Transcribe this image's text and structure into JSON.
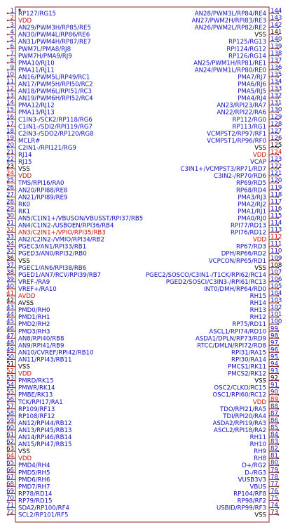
{
  "colors": {
    "signal": "#1010c0",
    "power": "#d01010",
    "ground": "#000000",
    "body_stroke": "#882222",
    "pin_line": "#882222",
    "num": "#880000"
  },
  "left_pins": [
    {
      "num": "1",
      "label": "RP127/RG15",
      "type": "signal"
    },
    {
      "num": "2",
      "label": "VDD",
      "type": "power"
    },
    {
      "num": "3",
      "label": "AN29/PWM3H/RP85/RE5",
      "type": "signal"
    },
    {
      "num": "4",
      "label": "AN30/PWM4L/RP86/RE6",
      "type": "signal"
    },
    {
      "num": "5",
      "label": "AN31/PWM4H/RP87/RE7",
      "type": "signal"
    },
    {
      "num": "6",
      "label": "PWM7L/PMA8/RJ8",
      "type": "signal"
    },
    {
      "num": "7",
      "label": "PWM7H/PMA9/RJ9",
      "type": "signal"
    },
    {
      "num": "8",
      "label": "PMA10/RJ10",
      "type": "signal"
    },
    {
      "num": "9",
      "label": "PMA11/RJ11",
      "type": "signal"
    },
    {
      "num": "10",
      "label": "AN16/PWM5L/RP49/RC1",
      "type": "signal"
    },
    {
      "num": "11",
      "label": "AN17/PWM5H/RPI50/RC2",
      "type": "signal"
    },
    {
      "num": "12",
      "label": "AN18/PWM6L/RPI51/RC3",
      "type": "signal"
    },
    {
      "num": "13",
      "label": "AN19/PWM6H/RPI52/RC4",
      "type": "signal"
    },
    {
      "num": "14",
      "label": "PMA12/RJ12",
      "type": "signal"
    },
    {
      "num": "15",
      "label": "PMA13/RJ13",
      "type": "signal"
    },
    {
      "num": "16",
      "label": "C1IN3-/SCK2/RP118/RG6",
      "type": "signal"
    },
    {
      "num": "17",
      "label": "C1IN1-/SDI2/RPI119/RG7",
      "type": "signal"
    },
    {
      "num": "18",
      "label": "C2IN3-/SDO2/RP120/RG8",
      "type": "signal"
    },
    {
      "num": "19",
      "label": "MCLR#",
      "type": "signal"
    },
    {
      "num": "20",
      "label": "C2IN1-/RPI121/RG9",
      "type": "signal"
    },
    {
      "num": "21",
      "label": "RJ14",
      "type": "signal"
    },
    {
      "num": "22",
      "label": "RJ15",
      "type": "signal"
    },
    {
      "num": "23",
      "label": "VSS",
      "type": "ground"
    },
    {
      "num": "24",
      "label": "VDD",
      "type": "power"
    },
    {
      "num": "25",
      "label": "TMS/RPI16/RA0",
      "type": "signal"
    },
    {
      "num": "26",
      "label": "AN20/RPI88/RE8",
      "type": "signal"
    },
    {
      "num": "27",
      "label": "AN21/RPI89/RE9",
      "type": "signal"
    },
    {
      "num": "28",
      "label": "RK0",
      "type": "signal"
    },
    {
      "num": "29",
      "label": "RK1",
      "type": "signal"
    },
    {
      "num": "30",
      "label": "AN5/C1IN1+/VBUSON/VBUSST/RPI37/RB5",
      "type": "signal"
    },
    {
      "num": "31",
      "label": "AN4/C1IN2-/USBOEN/RPI36/RB4",
      "type": "signal"
    },
    {
      "num": "32",
      "label": "AN3/C2IN1+/VPIO/RPI35/RB3",
      "type": "power"
    },
    {
      "num": "33",
      "label": "AN2/C2IN2-/VMIO/RPI34/RB2",
      "type": "signal"
    },
    {
      "num": "34",
      "label": "PGEC3/AN1/RPI33/RB1",
      "type": "signal"
    },
    {
      "num": "35",
      "label": "PGED3/AN0/RPI32/RB0",
      "type": "signal"
    },
    {
      "num": "36",
      "label": "VSS",
      "type": "ground"
    },
    {
      "num": "37",
      "label": "PGEC1/AN6/RPI38/RB6",
      "type": "signal"
    },
    {
      "num": "38",
      "label": "PGED1/AN7/RCV/RPI39/RB7",
      "type": "signal"
    },
    {
      "num": "39",
      "label": "VREF-/RA9",
      "type": "signal"
    },
    {
      "num": "40",
      "label": "VREF+/RA10",
      "type": "signal"
    },
    {
      "num": "41",
      "label": "AVDD",
      "type": "power"
    },
    {
      "num": "42",
      "label": "AVSS",
      "type": "ground"
    },
    {
      "num": "43",
      "label": "PMD0/RH0",
      "type": "signal"
    },
    {
      "num": "44",
      "label": "PMD1/RH1",
      "type": "signal"
    },
    {
      "num": "45",
      "label": "PMD2/RH2",
      "type": "signal"
    },
    {
      "num": "46",
      "label": "PMD3/RH3",
      "type": "signal"
    },
    {
      "num": "47",
      "label": "AN8/RPI40/RB8",
      "type": "signal"
    },
    {
      "num": "48",
      "label": "AN9/RPI41/RB9",
      "type": "signal"
    },
    {
      "num": "49",
      "label": "AN10/CVREF/RPI42/RB10",
      "type": "signal"
    },
    {
      "num": "50",
      "label": "AN11/RPI43/RB11",
      "type": "signal"
    },
    {
      "num": "51",
      "label": "VSS",
      "type": "ground"
    },
    {
      "num": "52",
      "label": "VDD",
      "type": "power"
    },
    {
      "num": "53",
      "label": "PMRD/RK15",
      "type": "signal"
    },
    {
      "num": "54",
      "label": "PMWR/RK14",
      "type": "signal"
    },
    {
      "num": "55",
      "label": "PMBE/RK13",
      "type": "signal"
    },
    {
      "num": "56",
      "label": "TCK/RPI17/RA1",
      "type": "signal"
    },
    {
      "num": "57",
      "label": "RP109/RF13",
      "type": "signal"
    },
    {
      "num": "58",
      "label": "RP108/RF12",
      "type": "signal"
    },
    {
      "num": "59",
      "label": "AN12/RPI44/RB12",
      "type": "signal"
    },
    {
      "num": "60",
      "label": "AN13/RPI45/RB13",
      "type": "signal"
    },
    {
      "num": "61",
      "label": "AN14/RPI46/RB14",
      "type": "signal"
    },
    {
      "num": "62",
      "label": "AN15/RPI47/RB15",
      "type": "signal"
    },
    {
      "num": "63",
      "label": "VSS",
      "type": "ground"
    },
    {
      "num": "64",
      "label": "VDD",
      "type": "power"
    },
    {
      "num": "65",
      "label": "PMD4/RH4",
      "type": "signal"
    },
    {
      "num": "66",
      "label": "PMD5/RH5",
      "type": "signal"
    },
    {
      "num": "67",
      "label": "PMD6/RH6",
      "type": "signal"
    },
    {
      "num": "68",
      "label": "PMD7/RH7",
      "type": "signal"
    },
    {
      "num": "69",
      "label": "RP78/RD14",
      "type": "signal"
    },
    {
      "num": "70",
      "label": "RP79/RD15",
      "type": "signal"
    },
    {
      "num": "71",
      "label": "SDA2/RP100/RF4",
      "type": "signal"
    },
    {
      "num": "72",
      "label": "SCL2/RP101/RF5",
      "type": "signal"
    }
  ],
  "right_pins": [
    {
      "num": "144",
      "label": "AN28/PWM3L/RP84/RE4",
      "type": "signal"
    },
    {
      "num": "143",
      "label": "AN27/PWM2H/RPI83/RE3",
      "type": "signal"
    },
    {
      "num": "142",
      "label": "AN26/PWM2L/RP82/RE2",
      "type": "signal"
    },
    {
      "num": "141",
      "label": "VSS",
      "type": "ground"
    },
    {
      "num": "140",
      "label": "RP125/RG13",
      "type": "signal"
    },
    {
      "num": "139",
      "label": "RPI124/RG12",
      "type": "signal"
    },
    {
      "num": "138",
      "label": "RP126/RG14",
      "type": "signal"
    },
    {
      "num": "137",
      "label": "AN25/PWM1H/RP81/RE1",
      "type": "signal"
    },
    {
      "num": "136",
      "label": "AN24/PWM1L/RP80/RE0",
      "type": "signal"
    },
    {
      "num": "135",
      "label": "PMA7/RJ7",
      "type": "signal"
    },
    {
      "num": "134",
      "label": "PMA6/RJ6",
      "type": "signal"
    },
    {
      "num": "133",
      "label": "PMA5/RJ5",
      "type": "signal"
    },
    {
      "num": "132",
      "label": "PMA4/RJ4",
      "type": "signal"
    },
    {
      "num": "131",
      "label": "AN23/RPI23/RA7",
      "type": "signal"
    },
    {
      "num": "130",
      "label": "AN22/RPI22/RA6",
      "type": "signal"
    },
    {
      "num": "129",
      "label": "RP112/RG0",
      "type": "signal"
    },
    {
      "num": "128",
      "label": "RP113/RG1",
      "type": "signal"
    },
    {
      "num": "127",
      "label": "VCMPST2/RP97/RF1",
      "type": "signal"
    },
    {
      "num": "126",
      "label": "VCMPST1/RP96/RF0",
      "type": "signal"
    },
    {
      "num": "125",
      "label": "VSS",
      "type": "ground"
    },
    {
      "num": "124",
      "label": "VDD",
      "type": "power"
    },
    {
      "num": "123",
      "label": "VCAP",
      "type": "signal"
    },
    {
      "num": "122",
      "label": "C3IN1+/VCMPST3/RP71/RD7",
      "type": "signal"
    },
    {
      "num": "121",
      "label": "C3IN2-/RP70/RD6",
      "type": "signal"
    },
    {
      "num": "120",
      "label": "RP69/RD5",
      "type": "signal"
    },
    {
      "num": "119",
      "label": "RP68/RD4",
      "type": "signal"
    },
    {
      "num": "118",
      "label": "PMA3/RJ3",
      "type": "signal"
    },
    {
      "num": "117",
      "label": "PMA2/RJ2",
      "type": "signal"
    },
    {
      "num": "116",
      "label": "PMA1/RJ1",
      "type": "signal"
    },
    {
      "num": "115",
      "label": "PMA0/RJ0",
      "type": "signal"
    },
    {
      "num": "114",
      "label": "RPI77/RD13",
      "type": "signal"
    },
    {
      "num": "113",
      "label": "RPI76/RD12",
      "type": "signal"
    },
    {
      "num": "112",
      "label": "VDD",
      "type": "power"
    },
    {
      "num": "111",
      "label": "RP67/RD3",
      "type": "signal"
    },
    {
      "num": "110",
      "label": "DPH/RP66/RD2",
      "type": "signal"
    },
    {
      "num": "109",
      "label": "VCPCON/RP65/RD1",
      "type": "signal"
    },
    {
      "num": "108",
      "label": "VSS",
      "type": "ground"
    },
    {
      "num": "107",
      "label": "PGEC2/SOSCO/C3IN1-/T1CK/RPI62/RC14",
      "type": "signal"
    },
    {
      "num": "106",
      "label": "PGED2/SOSCI/C3IN3-/RPI61/RC13",
      "type": "signal"
    },
    {
      "num": "105",
      "label": "INT0/DMH/RP64/RD0",
      "type": "signal"
    },
    {
      "num": "104",
      "label": "RH15",
      "type": "signal"
    },
    {
      "num": "103",
      "label": "RH14",
      "type": "signal"
    },
    {
      "num": "102",
      "label": "RH13",
      "type": "signal"
    },
    {
      "num": "101",
      "label": "RH12",
      "type": "signal"
    },
    {
      "num": "100",
      "label": "RP75/RD11",
      "type": "signal"
    },
    {
      "num": "99",
      "label": "ASCL1/RPI74/RD10",
      "type": "signal"
    },
    {
      "num": "98",
      "label": "ASDA1/DPLN/RP73/RD9",
      "type": "signal"
    },
    {
      "num": "97",
      "label": "RTCC/DMLN/RPI72/RD8",
      "type": "signal"
    },
    {
      "num": "96",
      "label": "RPI31/RA15",
      "type": "signal"
    },
    {
      "num": "95",
      "label": "RPI30/RA14",
      "type": "signal"
    },
    {
      "num": "94",
      "label": "PMCS1/RK11",
      "type": "signal"
    },
    {
      "num": "93",
      "label": "PMCS2/RK12",
      "type": "signal"
    },
    {
      "num": "92",
      "label": "VSS",
      "type": "ground"
    },
    {
      "num": "91",
      "label": "OSC2/CLKO/RC15",
      "type": "signal"
    },
    {
      "num": "90",
      "label": "OSC1/RPI60/RC12",
      "type": "signal"
    },
    {
      "num": "89",
      "label": "VDD",
      "type": "power"
    },
    {
      "num": "88",
      "label": "TDO/RPI21/RA5",
      "type": "signal"
    },
    {
      "num": "87",
      "label": "TDI/RPI20/RA4",
      "type": "signal"
    },
    {
      "num": "86",
      "label": "ASDA2/RPI19/RA3",
      "type": "signal"
    },
    {
      "num": "85",
      "label": "ASCL2/RPI18/RA2",
      "type": "signal"
    },
    {
      "num": "84",
      "label": "RH11",
      "type": "signal"
    },
    {
      "num": "83",
      "label": "RH10",
      "type": "signal"
    },
    {
      "num": "82",
      "label": "RH9",
      "type": "signal"
    },
    {
      "num": "81",
      "label": "RH8",
      "type": "signal"
    },
    {
      "num": "80",
      "label": "D+/RG2",
      "type": "signal"
    },
    {
      "num": "79",
      "label": "D-/RG3",
      "type": "signal"
    },
    {
      "num": "78",
      "label": "VUSB3V3",
      "type": "signal"
    },
    {
      "num": "77",
      "label": "VBUS",
      "type": "signal"
    },
    {
      "num": "76",
      "label": "RP104/RF8",
      "type": "signal"
    },
    {
      "num": "75",
      "label": "RP98/RF2",
      "type": "signal"
    },
    {
      "num": "74",
      "label": "USBID/RP99/RF3",
      "type": "signal"
    },
    {
      "num": "73",
      "label": "VSS",
      "type": "ground"
    }
  ]
}
